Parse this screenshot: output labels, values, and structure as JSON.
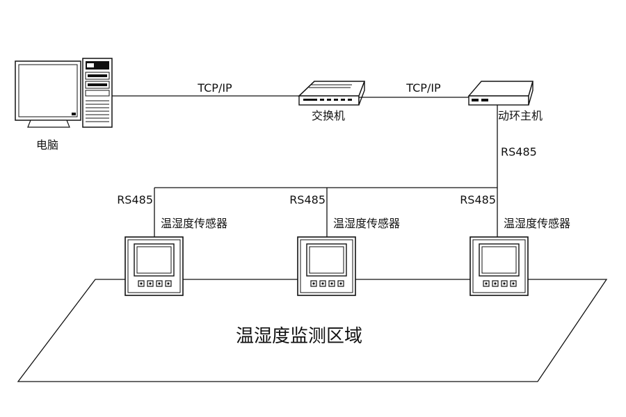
{
  "computer": {
    "label": "电脑"
  },
  "switch": {
    "label": "交换机"
  },
  "host": {
    "label": "动环主机"
  },
  "links": {
    "pc_to_switch": "TCP/IP",
    "switch_to_host": "TCP/IP",
    "host_to_bus": "RS485"
  },
  "sensors": [
    {
      "bus_label": "RS485",
      "label": "温湿度传感器"
    },
    {
      "bus_label": "RS485",
      "label": "温湿度传感器"
    },
    {
      "bus_label": "RS485",
      "label": "温湿度传感器"
    }
  ],
  "area": {
    "label": "温湿度监测区域"
  }
}
